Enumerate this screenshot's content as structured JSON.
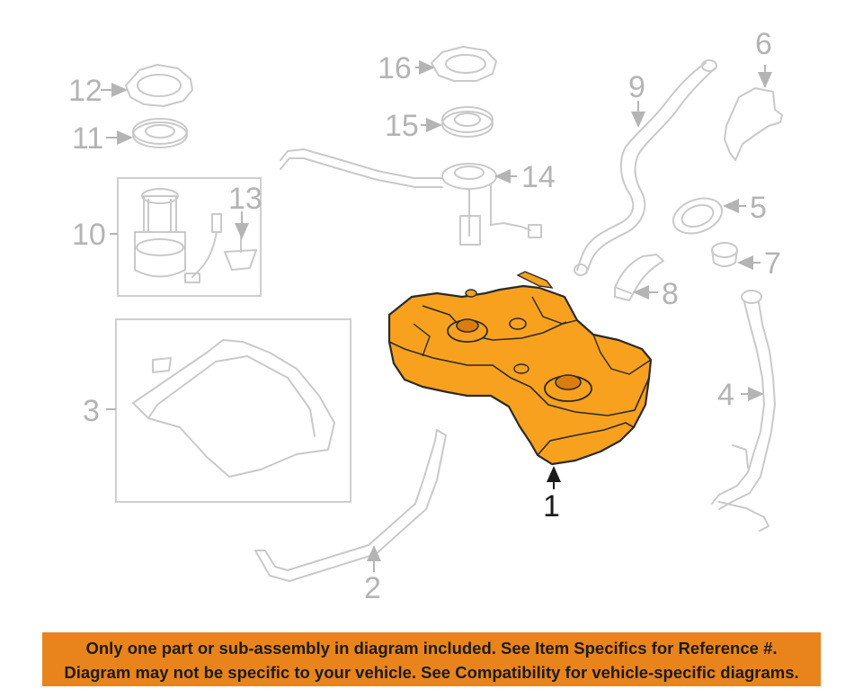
{
  "callouts": {
    "c1": "1",
    "c2": "2",
    "c3": "3",
    "c4": "4",
    "c5": "5",
    "c6": "6",
    "c7": "7",
    "c8": "8",
    "c9": "9",
    "c10": "10",
    "c11": "11",
    "c12": "12",
    "c13": "13",
    "c14": "14",
    "c15": "15",
    "c16": "16"
  },
  "colors": {
    "highlight": "#f7a11e",
    "highlight_dark": "#d97d10",
    "notice_bg": "#e9841c",
    "outline": "#c9c9c9"
  },
  "notice": {
    "line1": "Only one part or sub-assembly in diagram included. See Item Specifics for Reference #.",
    "line2": "Diagram may not be specific to your vehicle. See Compatibility for vehicle-specific diagrams."
  }
}
